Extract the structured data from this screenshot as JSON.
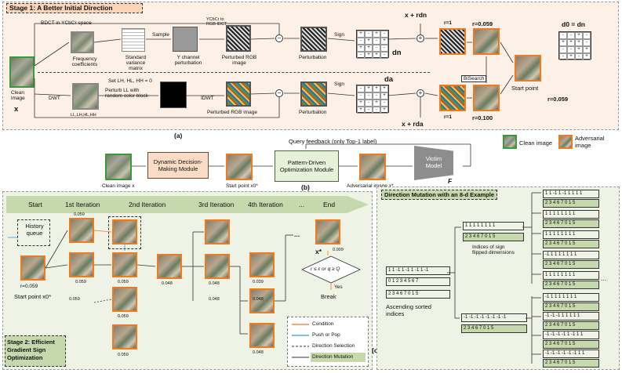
{
  "stage1": {
    "title": "Stage 1: A Better Initial Direction",
    "bdct": "BDCT in YCbCr space",
    "ycbcr_idct": "YCbCr to RGB IDCT",
    "sample": "Sample",
    "freq_coef": "Frequency coefficients",
    "std_var": "Standard variance matrix",
    "ych_pert": "Y channel perturbation",
    "pert_rgb": "Perturbed RGB image",
    "perturbation": "Perturbation",
    "sign": "Sign",
    "dn": "dn",
    "da": "da",
    "x_rdn": "x + rdn",
    "x_rda": "x + rda",
    "r1a": "r=1",
    "r1b": "r=1",
    "r059": "r=0.059",
    "r100": "r=0.100",
    "bisearch": "BiSearch",
    "d0": "d0 = dn",
    "start_point": "Start point",
    "start_r": "r=0.059",
    "clean_image": "Clean image",
    "x": "x",
    "dwt": "DWT",
    "set_lh": "Set LH, HL, HH = 0",
    "perturb_ll": "Perturb LL with random color block",
    "ll_lh": "LL,LH,HL,HH",
    "idwt": "IDWT",
    "perturbed_rgb2": "Perturbed RGB image",
    "perturbation2": "Perturbation",
    "sign2": "Sign"
  },
  "grid_signs": [
    "+",
    "-",
    "+",
    "-",
    "-",
    "+",
    "-",
    "+",
    "+",
    "+",
    "-",
    "-",
    "-",
    "+",
    "+",
    "-"
  ],
  "label_a": "(a)",
  "label_b": "(b)",
  "label_c": "(c)",
  "legend_top": {
    "clean": "Clean image",
    "adv": "Adversarial image"
  },
  "pipeline": {
    "clean": "Clean image x",
    "ddm": "Dynamic Decision-Making Module",
    "start": "Start point x0*",
    "pdo": "Pattern-Driven Optimization Module",
    "adv": "Adversarial image x*",
    "victim": "Victim Model",
    "f": "F",
    "query": "Query feedback (only Top-1 label)"
  },
  "stage2": {
    "title": "Stage 2: Efficient Gradient Sign Optimization",
    "headers": [
      "Start",
      "1st Iteration",
      "2nd Iteration",
      "3rd Iteration",
      "4th Iteration",
      "...",
      "End"
    ],
    "history": "History queue",
    "start_r": "r=0.059",
    "start_point": "Start point x0*",
    "vals": [
      "0.059",
      "0.059",
      "0.059",
      "0.059",
      "0.059",
      "0.048",
      "0.048",
      "0.048",
      "0.039",
      "0.048",
      "0.059",
      "0.059",
      "0.048",
      "0.009"
    ],
    "xstar": "x*",
    "cond": "r ≤ ε or q ≥ Q",
    "yes": "Yes",
    "break": "Break",
    "dots": "..."
  },
  "legend_bottom": [
    "Condition",
    "Push or Pop",
    "Direction Selection",
    "Direction Mutation"
  ],
  "mutation": {
    "title": "Direction Mutation with an 8-d Example",
    "row1": "1 1 -1 1 -1 1 -1 1 -1",
    "row2": "0 1 2 3 4 5 6 7",
    "row3": "2 3 4 6 7 0 1 5",
    "ascending": "Ascending sorted indices",
    "m_top_sign": "1 1 1 1 1 1 1 1",
    "m_top_idx": "2 3 4 6 7 0 1 5",
    "indices_label": "Indices of sign flipped dimensions",
    "m_bot_sign": "-1 -1 -1 -1 -1 -1 -1 -1",
    "m_bot_idx": "2 3 4 6 7 0 1 5",
    "right_top": [
      "1 1 -1 1 -1 1 1 1 1",
      "2 3 4 6 7 0 1 5",
      "1 1 1 1 1 1 1 1",
      "2 3 4 6 7 0 1 5",
      "1 1 1 1 1 1 1 1",
      "2 3 4 6 7 0 1 5",
      "-1 1 1 1 1 1 1 1",
      "2 3 4 6 7 0 1 5",
      "1 1 1 1 1 1 1 1",
      "2 3 4 6 7 0 1 5"
    ],
    "right_bot": [
      "-1 1 1 1 1 1 1 1",
      "2 3 4 6 7 0 1 5",
      "-1 -1 -1 1 1 1 1 1",
      "2 3 4 6 7 0 1 5",
      "-1 -1 -1 -1 1 -1 1 1",
      "2 3 4 6 7 0 1 5",
      "-1 -1 -1 -1 -1 -1 1 1",
      "2 3 4 6 7 0 1 5",
      "-1 -1 -1 1 -1 -1 1 -1",
      "2 3 4 6 7 0 1 5"
    ],
    "dots": "..."
  }
}
